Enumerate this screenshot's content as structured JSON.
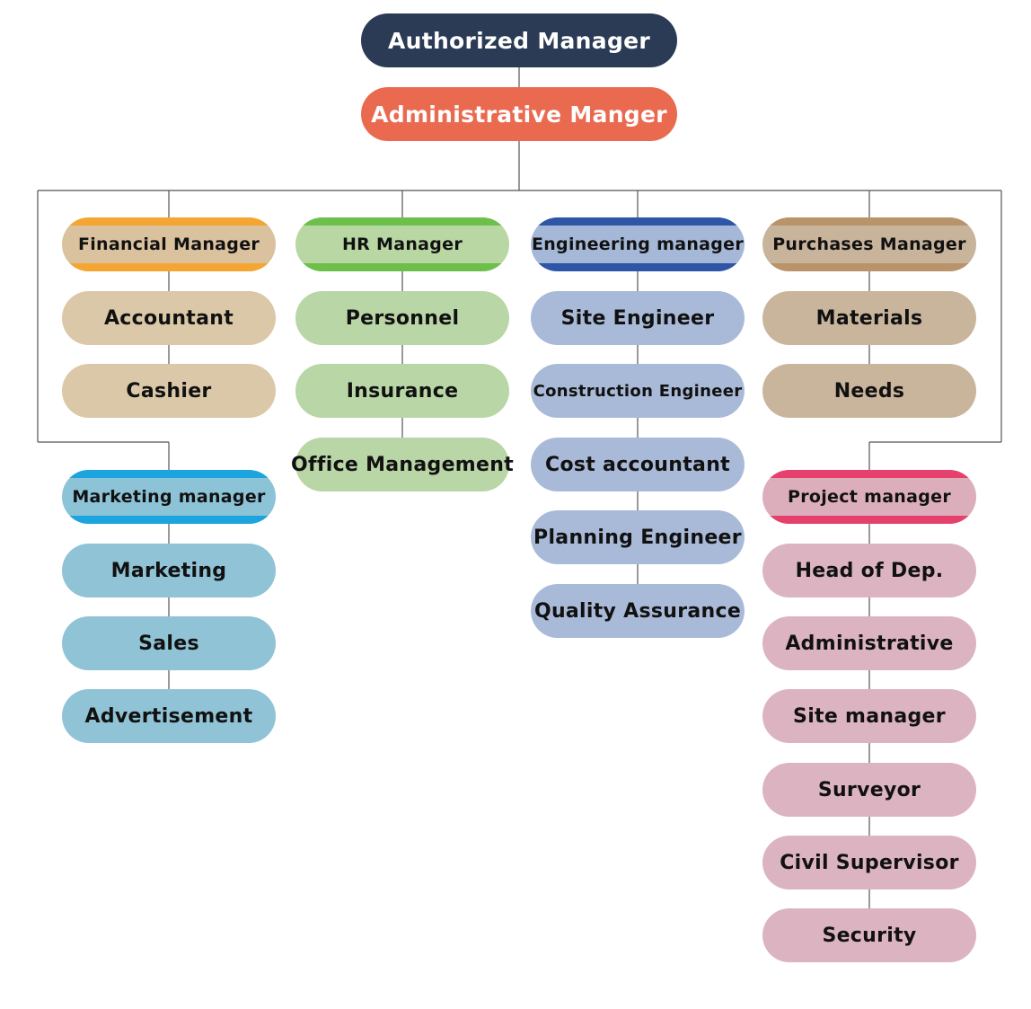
{
  "chart": {
    "root": {
      "label": "Authorized Manager",
      "color": "#2b3a55"
    },
    "admin": {
      "label": "Administrative Manger",
      "color": "#ea6a50"
    },
    "departments": [
      {
        "id": "financial",
        "head": "Financial Manager",
        "head_band": "#f5a532",
        "head_fill": "#dbc29f",
        "child_fill": "#dbc8a8",
        "children": [
          "Accountant",
          "Cashier"
        ]
      },
      {
        "id": "hr",
        "head": "HR Manager",
        "head_band": "#6cc04a",
        "head_fill": "#b8d7a3",
        "child_fill": "#b9d6a6",
        "children": [
          "Personnel",
          "Insurance",
          "Office Management"
        ]
      },
      {
        "id": "engineering",
        "head": "Engineering manager",
        "head_band": "#2f55a7",
        "head_fill": "#a5b8d7",
        "child_fill": "#a9bad8",
        "children": [
          "Site Engineer",
          "Construction Engineer",
          "Cost accountant",
          "Planning Engineer",
          "Quality Assurance"
        ]
      },
      {
        "id": "purchases",
        "head": "Purchases Manager",
        "head_band": "#b9936a",
        "head_fill": "#c8b49b",
        "child_fill": "#c9b59c",
        "children": [
          "Materials",
          "Needs"
        ]
      },
      {
        "id": "marketing",
        "head": "Marketing manager",
        "head_band": "#1ba4dd",
        "head_fill": "#8cc3d6",
        "child_fill": "#8fc3d5",
        "children": [
          "Marketing",
          "Sales",
          "Advertisement"
        ]
      },
      {
        "id": "project",
        "head": "Project manager",
        "head_band": "#e6416c",
        "head_fill": "#dcaebb",
        "child_fill": "#dcb4c1",
        "children": [
          "Head of Dep.",
          "Administrative",
          "Site manager",
          "Surveyor",
          "Civil Supervisor",
          "Security"
        ]
      }
    ],
    "line_color": "#555555"
  }
}
